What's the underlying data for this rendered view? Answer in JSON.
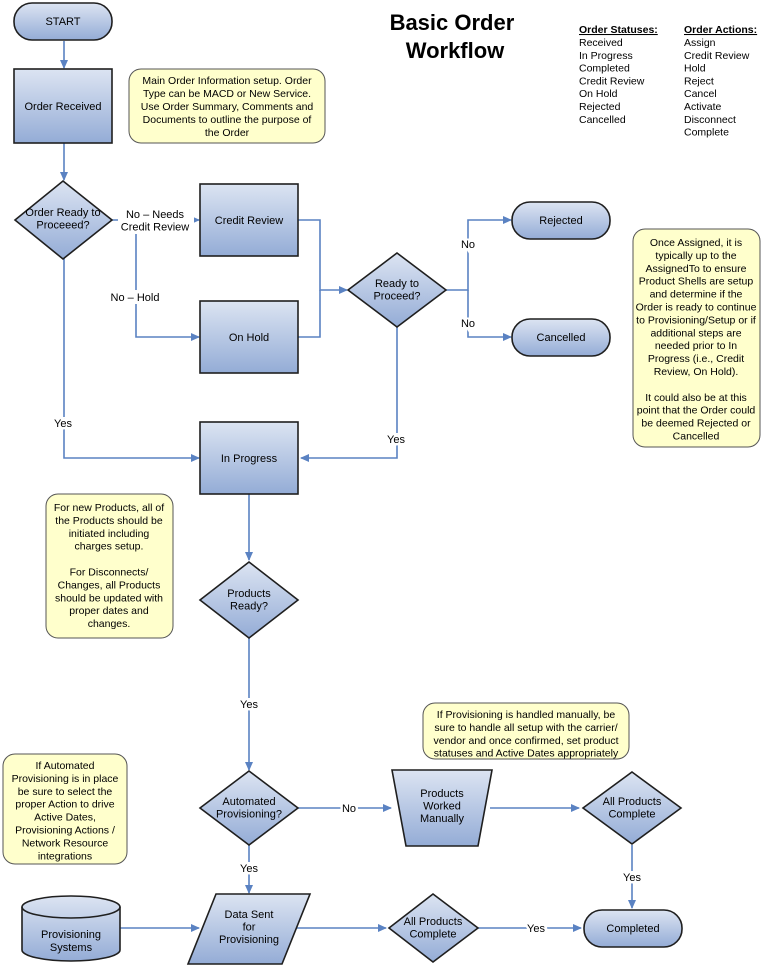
{
  "title": [
    "Basic Order",
    "Workflow"
  ],
  "legend": {
    "statuses_heading": "Order Statuses:",
    "statuses": [
      "Received",
      "In Progress",
      "Completed",
      "Credit Review",
      "On Hold",
      "Rejected",
      "Cancelled"
    ],
    "actions_heading": "Order Actions:",
    "actions": [
      "Assign",
      "Credit Review",
      "Hold",
      "Reject",
      "Cancel",
      "Activate",
      "Disconnect",
      "Complete"
    ]
  },
  "nodes": {
    "start": [
      "START"
    ],
    "order_received": [
      "Order Received"
    ],
    "order_ready": [
      "Order Ready to",
      "Proceeed?"
    ],
    "credit_review": [
      "Credit Review"
    ],
    "on_hold": [
      "On Hold"
    ],
    "ready_to_proceed": [
      "Ready to",
      "Proceed?"
    ],
    "rejected": [
      "Rejected"
    ],
    "cancelled": [
      "Cancelled"
    ],
    "in_progress": [
      "In Progress"
    ],
    "products_ready": [
      "Products",
      "Ready?"
    ],
    "automated_provisioning": [
      "Automated",
      "Provisioning?"
    ],
    "products_worked_manually": [
      "Products",
      "Worked",
      "Manually"
    ],
    "all_products_complete_right": [
      "All Products",
      "Complete"
    ],
    "provisioning_systems": [
      "Provisioning",
      "Systems"
    ],
    "data_sent": [
      "Data Sent",
      "for",
      "Provisioning"
    ],
    "all_products_complete_bottom": [
      "All Products",
      "Complete"
    ],
    "completed": [
      "Completed"
    ]
  },
  "edge_labels": {
    "no_needs_credit_review": [
      "No – Needs",
      "Credit Review"
    ],
    "no_hold": [
      "No – Hold"
    ],
    "no_rejected": [
      "No"
    ],
    "no_cancelled": [
      "No"
    ],
    "yes_order_ready": [
      "Yes"
    ],
    "yes_ready_to_proceed": [
      "Yes"
    ],
    "yes_products_ready": [
      "Yes"
    ],
    "no_automated": [
      "No"
    ],
    "yes_automated": [
      "Yes"
    ],
    "yes_all_complete_right": [
      "Yes"
    ],
    "yes_all_complete_bottom": [
      "Yes"
    ]
  },
  "notes": {
    "order_info": [
      "Main Order Information setup.  Order",
      "Type can be MACD or New Service.",
      "Use Order Summary, Comments and",
      "Documents to outline the purpose of",
      "the Order"
    ],
    "assigned": [
      "Once Assigned, it is",
      "typically up to the",
      "AssignedTo to ensure",
      "Product Shells are setup",
      "and determine if the",
      "Order is ready to continue",
      "to Provisioning/Setup or if",
      "additional steps are",
      "needed prior to In",
      "Progress (i.e., Credit",
      "Review, On Hold).",
      "",
      "It could also be at this",
      "point that the Order could",
      "be deemed Rejected or",
      "Cancelled"
    ],
    "new_products": [
      "For new Products, all of",
      "the Products should be",
      "initiated including",
      "charges setup.",
      "",
      "For Disconnects/",
      "Changes, all Products",
      "should be updated with",
      "proper dates and",
      "changes."
    ],
    "manual_provisioning": [
      "If Provisioning is handled manually, be",
      "sure to handle all setup with the carrier/",
      "vendor and once confirmed, set product",
      "statuses and Active Dates appropriately"
    ],
    "automated_provisioning": [
      "If Automated",
      "Provisioning is in place",
      "be sure to select the",
      "proper Action to drive",
      "Active Dates,",
      "Provisioning Actions /",
      "Network Resource",
      "integrations"
    ]
  },
  "colors": {
    "node_fill_top": "#dce4f2",
    "node_fill_bottom": "#94acd6",
    "node_stroke": "#1f1f1f",
    "connector": "#5a82c2",
    "note_fill": "#ffffcc",
    "note_stroke": "#555555"
  }
}
